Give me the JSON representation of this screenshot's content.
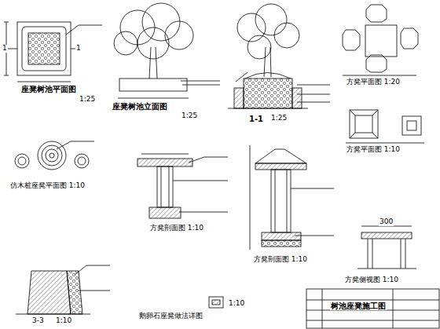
{
  "diagram": {
    "labels": [
      "1",
      "1",
      "座凳树池平面图",
      "1:25",
      "座凳树池立面图",
      "1:25",
      "1-1",
      "1:25",
      "方凳平面图 1:20",
      "仿木桩座凳平面图 1:10",
      "方凳剖面图 1:10",
      "方凳剖面图 1:10",
      "方凳平面图 1:10",
      "300",
      "方凳侧视图 1:10",
      "3-3",
      "1:10",
      "鹅卵石座凳做法详图",
      "1:10",
      "树池座凳施工图"
    ]
  }
}
